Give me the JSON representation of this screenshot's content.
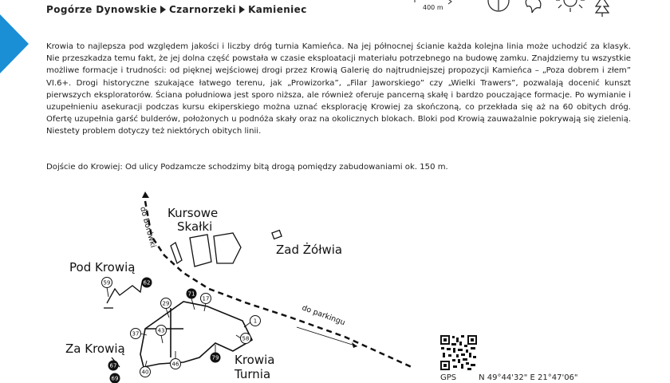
{
  "breadcrumb": [
    "Pogórze Dynowskie",
    "Czarnorzeki",
    "Kamieniec"
  ],
  "scale": "400 m",
  "description": "Krowia to najlepsza pod względem jakości i liczby dróg turnia Kamieńca. Na jej północnej ścianie każda kolejna linia może uchodzić za klasyk. Nie przeszkadza temu fakt, że jej dolna część powstała w czasie eksploatacji materiału potrzebnego na budowę zamku. Znajdziemy tu wszystkie możliwe formacje i trudności: od pięknej wejściowej drogi przez Krowią Galerię do najtrudniejszej propozycji Kamieńca – „Poza dobrem i złem” VI.6+. Drogi historyczne szukające łatwego terenu, jak „Prowizorka”, „Filar Jaworskiego” czy „Wielki Trawers”, pozwalają docenić kunszt pierwszych eksploratorów. Ściana południowa jest sporo niższa, ale również oferuje pancerną skałę i bardzo pouczające formacje. Po wymianie i uzupełnieniu asekuracji podczas kursu ekiperskiego można uznać eksplorację Krowiej za skończoną, co przekłada się aż na 60 obitych dróg. Ofertę uzupełnia garść bulderów, położonych u podnóża skały oraz na okolicznych blokach. Bloki pod Krowią zauważalnie pokrywają się zielenią. Niestety problem dotyczy też niektórych obitych linii.",
  "access": "Dojście do Krowiej: Od ulicy Podzamcze schodzimy bitą drogą pomiędzy zabudowaniami ok. 150 m.",
  "map": {
    "labels": {
      "kursowe_1": "Kursowe",
      "kursowe_2": "Skałki",
      "zad_zolwia": "Zad Żółwia",
      "pod_krowia": "Pod Krowią",
      "za_krowia": "Za Krowią",
      "krowia_1": "Krowia",
      "krowia_2": "Turnia",
      "do_borowki": "do Borówki",
      "do_parkingu": "do parkingu"
    },
    "routes": {
      "r59": "59",
      "r62": "62",
      "r29": "29",
      "r71": "71",
      "r17": "17",
      "r37": "37",
      "r43": "43",
      "r1": "1",
      "r58": "58",
      "r79": "79",
      "r46": "46",
      "r40": "40",
      "r67": "67",
      "r69": "69"
    }
  },
  "gps": {
    "label": "GPS",
    "coords": "N 49°44'32\" E 21°47'06\""
  }
}
